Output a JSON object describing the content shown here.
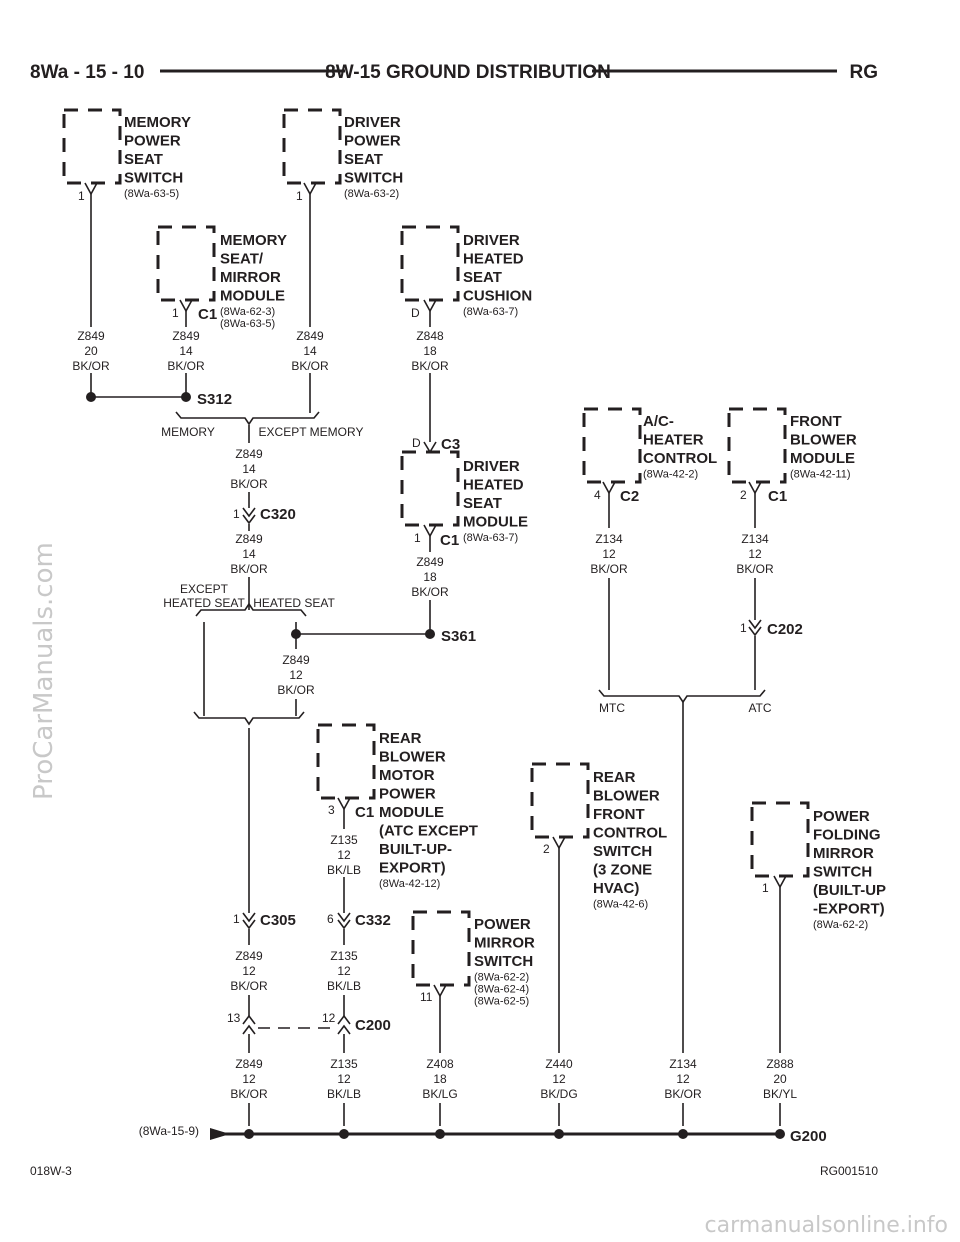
{
  "header": {
    "page_number": "8Wa - 15 - 10",
    "title": "8W-15 GROUND DISTRIBUTION",
    "section": "RG"
  },
  "components": {
    "memory_power_seat_switch": {
      "name": [
        "MEMORY",
        "POWER",
        "SEAT",
        "SWITCH"
      ],
      "refs": [
        "(8Wa-63-5)"
      ],
      "pin": "1"
    },
    "driver_power_seat_switch": {
      "name": [
        "DRIVER",
        "POWER",
        "SEAT",
        "SWITCH"
      ],
      "refs": [
        "(8Wa-63-2)"
      ],
      "pin": "1"
    },
    "memory_seat_mirror_module": {
      "name": [
        "MEMORY",
        "SEAT/",
        "MIRROR",
        "MODULE"
      ],
      "refs": [
        "(8Wa-62-3)",
        "(8Wa-63-5)"
      ],
      "pin": "1",
      "connector": "C1"
    },
    "driver_heated_seat_cushion": {
      "name": [
        "DRIVER",
        "HEATED",
        "SEAT",
        "CUSHION"
      ],
      "refs": [
        "(8Wa-63-7)"
      ],
      "pin": "D"
    },
    "driver_heated_seat_module": {
      "name": [
        "DRIVER",
        "HEATED",
        "SEAT",
        "MODULE"
      ],
      "refs": [
        "(8Wa-63-7)"
      ],
      "pin": "1",
      "connector": "C1",
      "top_pin": "D",
      "top_connector": "C3"
    },
    "ac_heater_control": {
      "name": [
        "A/C-",
        "HEATER",
        "CONTROL"
      ],
      "refs": [
        "(8Wa-42-2)"
      ],
      "pin": "4",
      "connector": "C2"
    },
    "front_blower_module": {
      "name": [
        "FRONT",
        "BLOWER",
        "MODULE"
      ],
      "refs": [
        "(8Wa-42-11)"
      ],
      "pin": "2",
      "connector": "C1"
    },
    "rear_blower_motor_power_module": {
      "name": [
        "REAR",
        "BLOWER",
        "MOTOR",
        "POWER",
        "MODULE",
        "(ATC EXCEPT",
        "BUILT-UP-",
        "EXPORT)"
      ],
      "refs": [
        "(8Wa-42-12)"
      ],
      "pin": "3",
      "connector": "C1"
    },
    "rear_blower_front_control_switch": {
      "name": [
        "REAR",
        "BLOWER",
        "FRONT",
        "CONTROL",
        "SWITCH",
        "(3 ZONE",
        "HVAC)"
      ],
      "refs": [
        "(8Wa-42-6)"
      ],
      "pin": "2"
    },
    "power_mirror_switch": {
      "name": [
        "POWER",
        "MIRROR",
        "SWITCH"
      ],
      "refs": [
        "(8Wa-62-2)",
        "(8Wa-62-4)",
        "(8Wa-62-5)"
      ],
      "pin": "11"
    },
    "power_folding_mirror_switch": {
      "name": [
        "POWER",
        "FOLDING",
        "MIRROR",
        "SWITCH",
        "(BUILT-UP",
        "-EXPORT)"
      ],
      "refs": [
        "(8Wa-62-2)"
      ],
      "pin": "1"
    }
  },
  "wires": {
    "w1": [
      "Z849",
      "20",
      "BK/OR"
    ],
    "w2": [
      "Z849",
      "14",
      "BK/OR"
    ],
    "w3": [
      "Z849",
      "14",
      "BK/OR"
    ],
    "w4": [
      "Z848",
      "18",
      "BK/OR"
    ],
    "w5": [
      "Z849",
      "14",
      "BK/OR"
    ],
    "w6": [
      "Z849",
      "14",
      "BK/OR"
    ],
    "w7": [
      "Z849",
      "18",
      "BK/OR"
    ],
    "w8": [
      "Z134",
      "12",
      "BK/OR"
    ],
    "w9": [
      "Z134",
      "12",
      "BK/OR"
    ],
    "w10": [
      "Z849",
      "12",
      "BK/OR"
    ],
    "w11": [
      "Z135",
      "12",
      "BK/LB"
    ],
    "w12": [
      "Z849",
      "12",
      "BK/OR"
    ],
    "w13": [
      "Z135",
      "12",
      "BK/LB"
    ],
    "w14": [
      "Z849",
      "12",
      "BK/OR"
    ],
    "w15": [
      "Z135",
      "12",
      "BK/LB"
    ],
    "w16": [
      "Z408",
      "18",
      "BK/LG"
    ],
    "w17": [
      "Z440",
      "12",
      "BK/DG"
    ],
    "w18": [
      "Z134",
      "12",
      "BK/OR"
    ],
    "w19": [
      "Z888",
      "20",
      "BK/YL"
    ]
  },
  "splices": {
    "s312": "S312",
    "s361": "S361"
  },
  "connectors": {
    "c320": {
      "name": "C320",
      "pin": "1"
    },
    "c202": {
      "name": "C202",
      "pin": "1"
    },
    "c305": {
      "name": "C305",
      "pin": "1"
    },
    "c332": {
      "name": "C332",
      "pin": "6"
    },
    "c200": {
      "name": "C200",
      "pin_a": "13",
      "pin_b": "12"
    }
  },
  "options": {
    "memory": "MEMORY",
    "except_memory": "EXCEPT MEMORY",
    "except_heated_seat": [
      "EXCEPT",
      "HEATED SEAT"
    ],
    "heated_seat": "HEATED SEAT",
    "mtc": "MTC",
    "atc": "ATC"
  },
  "ground": {
    "name": "G200",
    "ref": "(8Wa-15-9)"
  },
  "footer": {
    "left_code": "018W-3",
    "right_code": "RG001510"
  },
  "watermarks": {
    "side": "ProCarManuals.com",
    "bottom": "carmanualsonline.info"
  }
}
